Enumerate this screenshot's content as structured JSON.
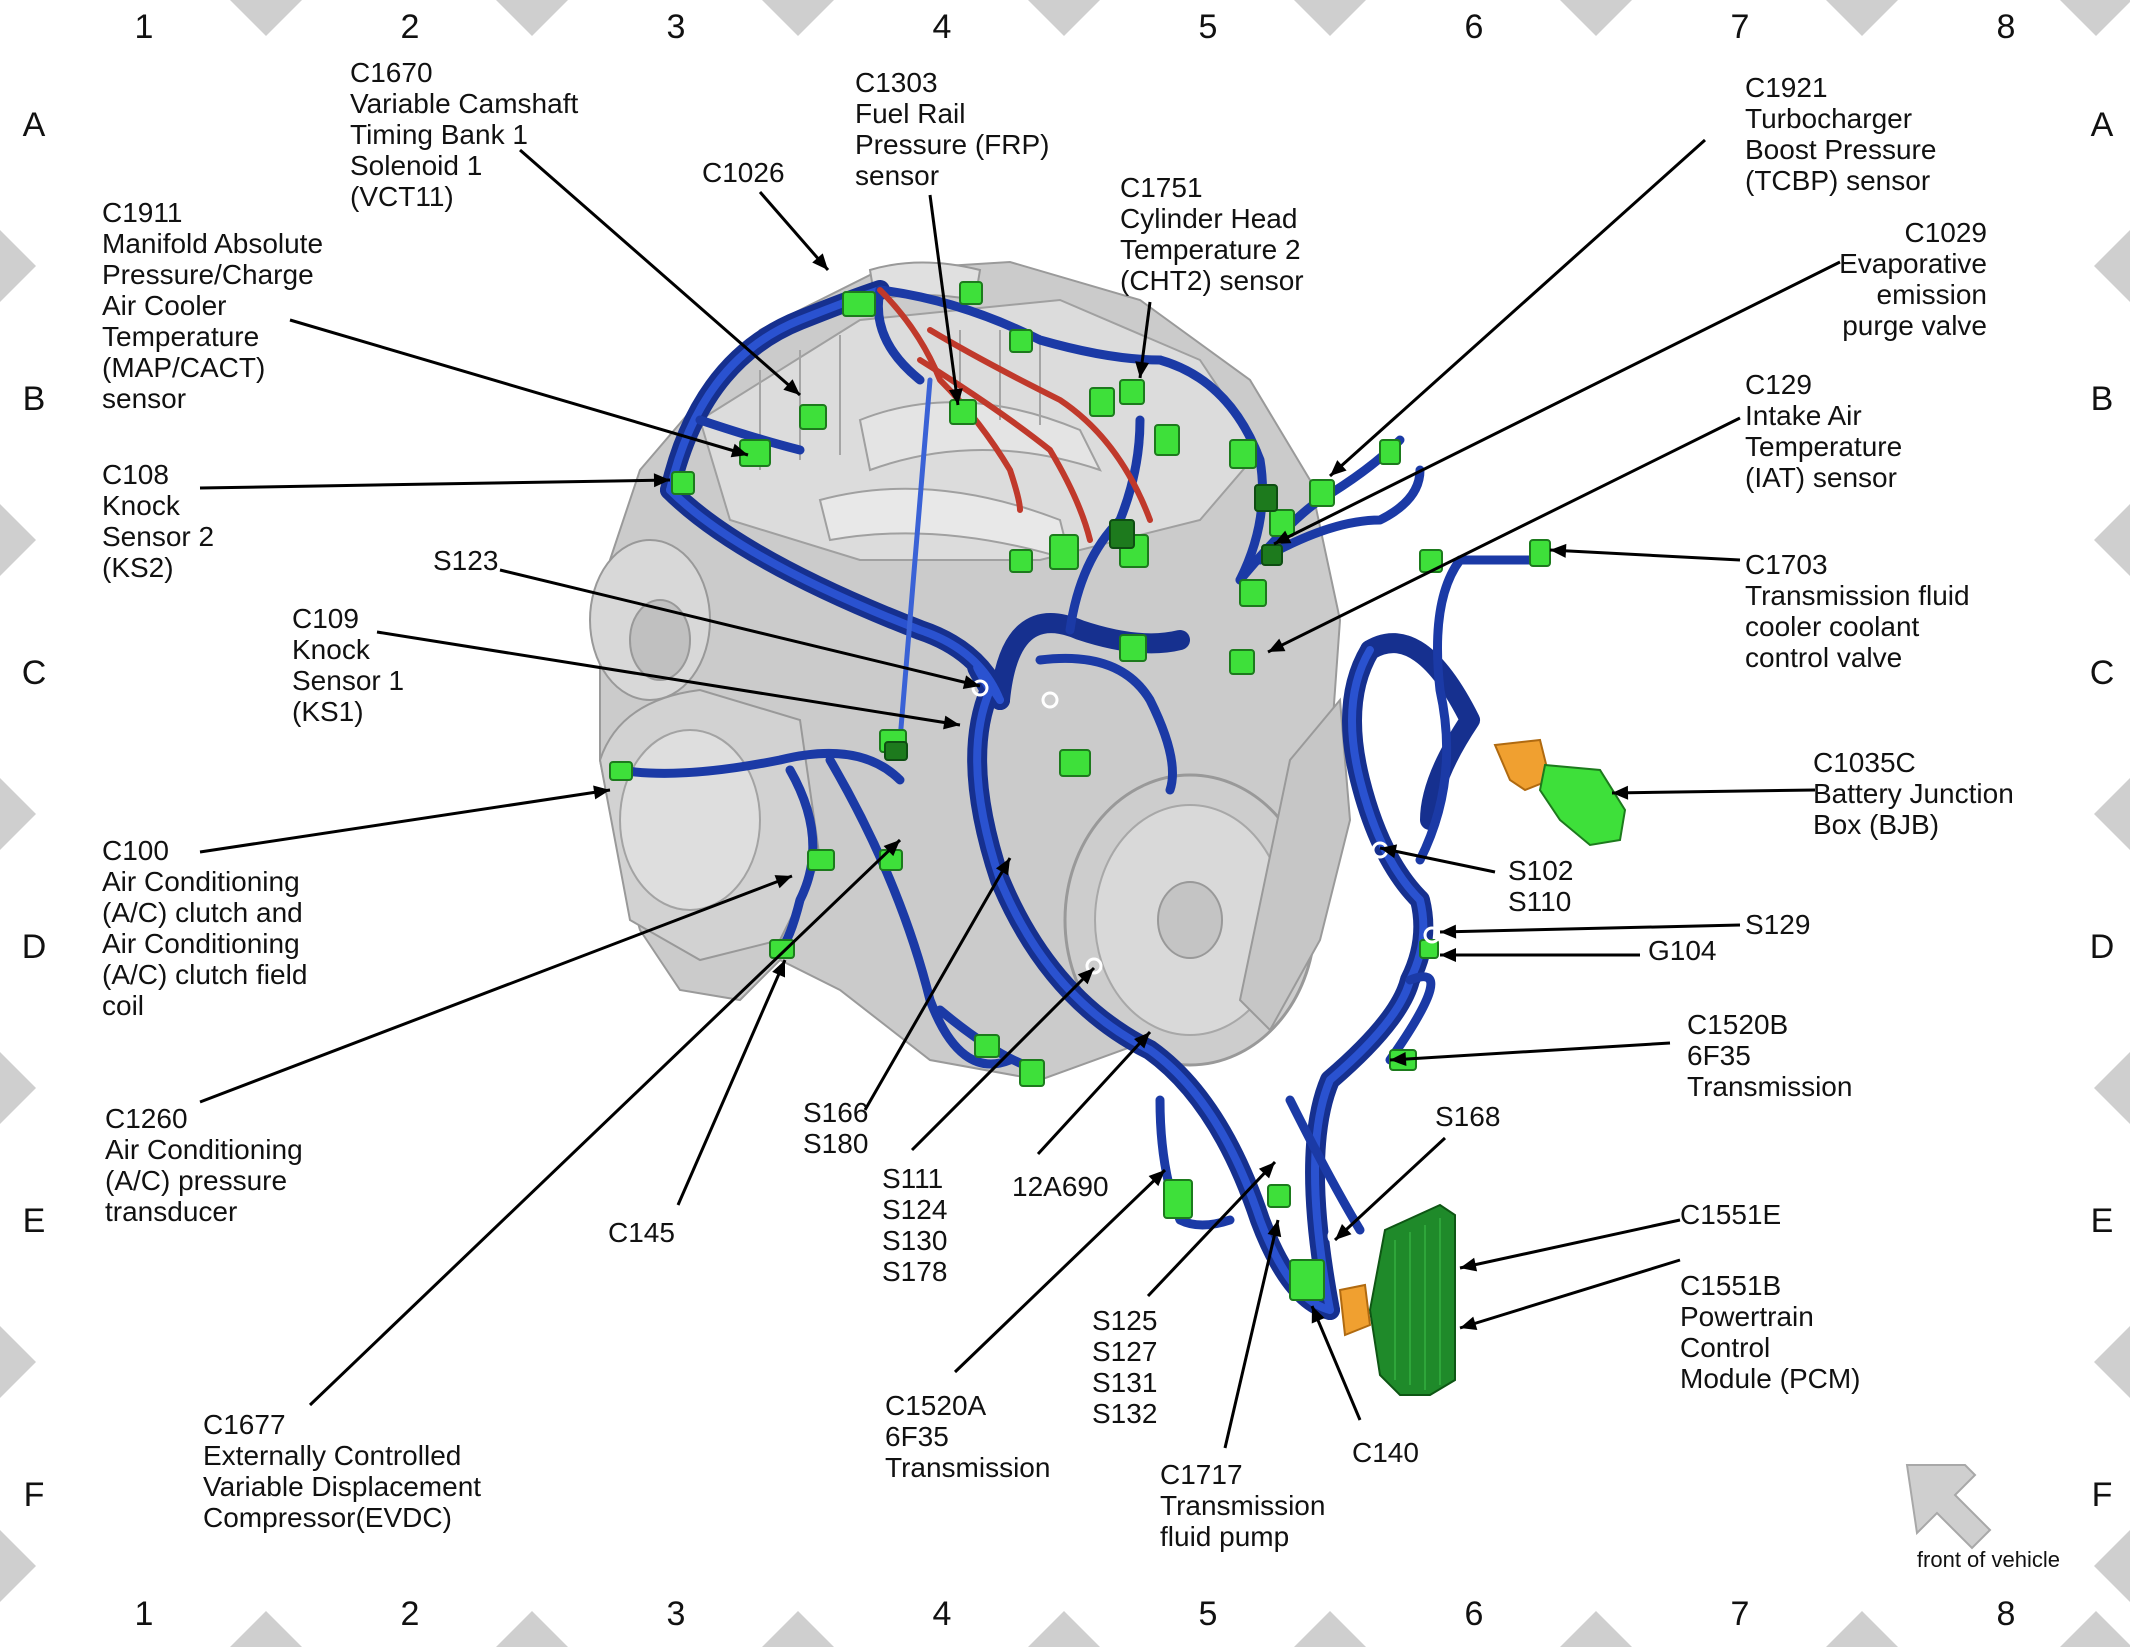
{
  "grid": {
    "columns": [
      "1",
      "2",
      "3",
      "4",
      "5",
      "6",
      "7",
      "8"
    ],
    "rows": [
      "A",
      "B",
      "C",
      "D",
      "E",
      "F"
    ]
  },
  "colors": {
    "harness": "#1a3db0",
    "harness_highlight": "#4a72e0",
    "connector": "#3ee03a",
    "connector_dark": "#1d7a1d",
    "engine": "#c9c9c9",
    "orange_part": "#f0a030",
    "red_wire": "#c8342a"
  },
  "callouts": [
    {
      "id": "c1670",
      "lines": [
        "C1670",
        "Variable Camshaft",
        "Timing Bank 1",
        "Solenoid 1",
        "(VCT11)"
      ]
    },
    {
      "id": "c1303",
      "lines": [
        "C1303",
        "Fuel Rail",
        "Pressure (FRP)",
        "sensor"
      ]
    },
    {
      "id": "c1026",
      "lines": [
        "C1026"
      ]
    },
    {
      "id": "c1911",
      "lines": [
        "C1911",
        "Manifold Absolute",
        "Pressure/Charge",
        "Air Cooler",
        "Temperature",
        "(MAP/CACT)",
        "sensor"
      ]
    },
    {
      "id": "c1751",
      "lines": [
        "C1751",
        "Cylinder Head",
        "Temperature 2",
        "(CHT2) sensor"
      ]
    },
    {
      "id": "c1921",
      "lines": [
        "C1921",
        "Turbocharger",
        "Boost Pressure",
        "(TCBP) sensor"
      ]
    },
    {
      "id": "c1029",
      "lines": [
        "C1029",
        "Evaporative",
        "emission",
        "purge valve"
      ]
    },
    {
      "id": "c129",
      "lines": [
        "C129",
        "Intake Air",
        "Temperature",
        "(IAT) sensor"
      ]
    },
    {
      "id": "c108",
      "lines": [
        "C108",
        "Knock",
        "Sensor 2",
        "(KS2)"
      ]
    },
    {
      "id": "s123",
      "lines": [
        "S123"
      ]
    },
    {
      "id": "c109",
      "lines": [
        "C109",
        "Knock",
        "Sensor 1",
        "(KS1)"
      ]
    },
    {
      "id": "c1703",
      "lines": [
        "C1703",
        "Transmission fluid",
        "cooler coolant",
        "control valve"
      ]
    },
    {
      "id": "c1035c",
      "lines": [
        "C1035C",
        "Battery Junction",
        "Box (BJB)"
      ]
    },
    {
      "id": "c100",
      "lines": [
        "C100",
        "Air Conditioning",
        "(A/C) clutch and",
        "Air Conditioning",
        "(A/C) clutch field",
        "coil"
      ]
    },
    {
      "id": "s102",
      "lines": [
        "S102",
        "S110"
      ]
    },
    {
      "id": "s129",
      "lines": [
        "S129"
      ]
    },
    {
      "id": "g104",
      "lines": [
        "G104"
      ]
    },
    {
      "id": "c1520b",
      "lines": [
        "C1520B",
        "6F35",
        "Transmission"
      ]
    },
    {
      "id": "c1260",
      "lines": [
        "C1260",
        "Air Conditioning",
        "(A/C) pressure",
        "transducer"
      ]
    },
    {
      "id": "s166",
      "lines": [
        "S166",
        "S180"
      ]
    },
    {
      "id": "s111",
      "lines": [
        "S111",
        "S124",
        "S130",
        "S178"
      ]
    },
    {
      "id": "a690",
      "lines": [
        "12A690"
      ]
    },
    {
      "id": "s168",
      "lines": [
        "S168"
      ]
    },
    {
      "id": "c145",
      "lines": [
        "C145"
      ]
    },
    {
      "id": "c1551e",
      "lines": [
        "C1551E"
      ]
    },
    {
      "id": "c1551b",
      "lines": [
        "C1551B",
        "Powertrain",
        "Control",
        "Module (PCM)"
      ]
    },
    {
      "id": "s125",
      "lines": [
        "S125",
        "S127",
        "S131",
        "S132"
      ]
    },
    {
      "id": "c1520a",
      "lines": [
        "C1520A",
        "6F35",
        "Transmission"
      ]
    },
    {
      "id": "c1677",
      "lines": [
        "C1677",
        "Externally Controlled",
        "Variable Displacement",
        "Compressor(EVDC)"
      ]
    },
    {
      "id": "c1717",
      "lines": [
        "C1717",
        "Transmission",
        "fluid pump"
      ]
    },
    {
      "id": "c140",
      "lines": [
        "C140"
      ]
    }
  ],
  "front_label": "front of vehicle",
  "icons": {
    "front_arrow": "arrow-icon"
  }
}
